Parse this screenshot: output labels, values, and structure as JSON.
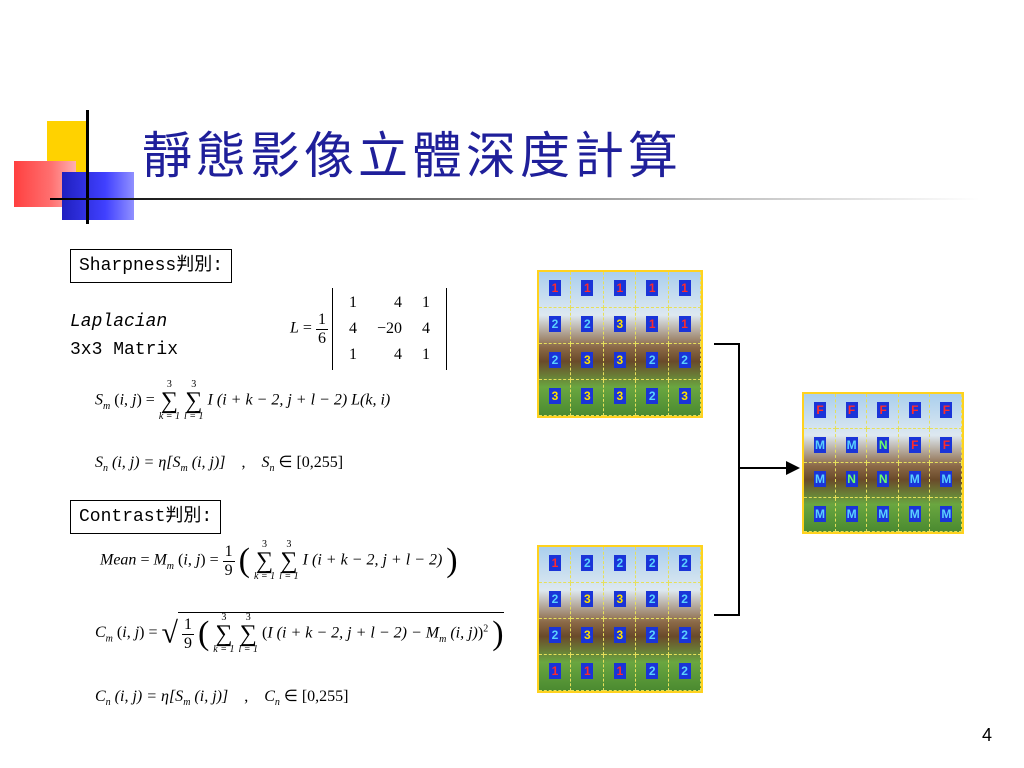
{
  "title": "靜態影像立體深度計算",
  "page_number": "4",
  "sharpness": {
    "label": "Sharpness判別:",
    "laplacian_word": "Laplacian",
    "matrix_caption": "3x3 Matrix",
    "L_lhs": "L",
    "L_frac_num": "1",
    "L_frac_den": "6",
    "matrix_rows": [
      [
        "1",
        "4",
        "1"
      ],
      [
        "4",
        "−20",
        "4"
      ],
      [
        "1",
        "4",
        "1"
      ]
    ]
  },
  "contrast": {
    "label": "Contrast判別:"
  },
  "equations": {
    "sum_upper": "3",
    "sum_lower_k": "k = 1",
    "sum_lower_l": "l = 1",
    "sm_body": "I (i + k − 2, j + l − 2) L(k, i)",
    "sn_body": "(i, j) = η[S",
    "sn_tail": "(i, j)]",
    "sn_range": "∈ [0,255]",
    "mean_word": "Mean",
    "mean_body": "I (i + k − 2, j + l − 2)",
    "nine": "9",
    "one": "1",
    "cm_body": "I (i + k − 2, j + l − 2) − M",
    "cm_tail": "(i, j)",
    "cn_range": "∈ [0,255]"
  },
  "grids": {
    "sharpness_grid": [
      [
        "1",
        "1",
        "1",
        "1",
        "1"
      ],
      [
        "2",
        "2",
        "3",
        "1",
        "1"
      ],
      [
        "2",
        "3",
        "3",
        "2",
        "2"
      ],
      [
        "3",
        "3",
        "3",
        "2",
        "3"
      ]
    ],
    "contrast_grid": [
      [
        "1",
        "2",
        "2",
        "2",
        "2"
      ],
      [
        "2",
        "3",
        "3",
        "2",
        "2"
      ],
      [
        "2",
        "3",
        "3",
        "2",
        "2"
      ],
      [
        "1",
        "1",
        "1",
        "2",
        "2"
      ]
    ],
    "result_grid": [
      [
        "F",
        "F",
        "F",
        "F",
        "F"
      ],
      [
        "M",
        "M",
        "N",
        "F",
        "F"
      ],
      [
        "M",
        "N",
        "N",
        "M",
        "M"
      ],
      [
        "M",
        "M",
        "M",
        "M",
        "M"
      ]
    ]
  },
  "colors": {
    "title": "#1f1f9a",
    "grid_border": "#ffd21e",
    "tag_bg": "#1a34d8"
  }
}
